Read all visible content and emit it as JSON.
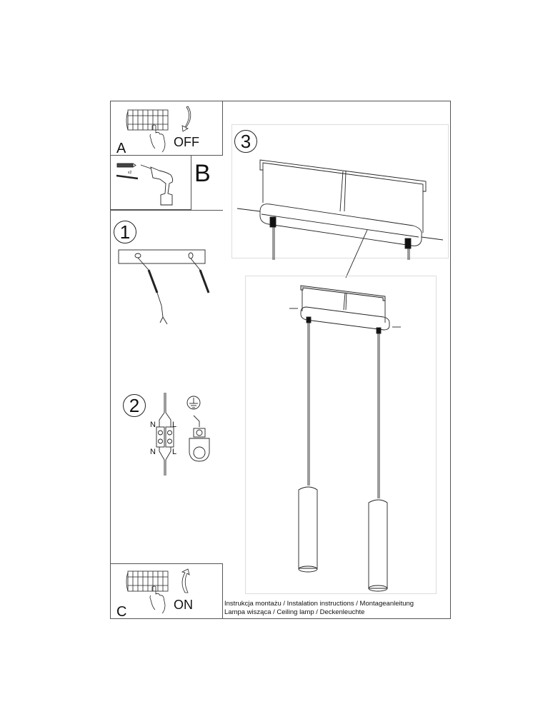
{
  "panels": {
    "A": {
      "letter": "A",
      "state": "OFF"
    },
    "B": {
      "letter": "B",
      "quantity": "x2"
    },
    "C": {
      "letter": "C",
      "state": "ON"
    }
  },
  "steps": {
    "step1": {
      "number": "1"
    },
    "step2": {
      "number": "2",
      "wire_labels": {
        "top_left": "N",
        "top_right": "L",
        "bottom_left": "N",
        "bottom_right": "L"
      }
    },
    "step3": {
      "number": "3"
    }
  },
  "caption": {
    "line1": "Instrukcja montażu / Instalation instructions / Montageanleitung",
    "line2": "Lampa wisząca / Ceiling lamp / Deckenleuchte"
  },
  "colors": {
    "line": "#222222",
    "border": "#555555",
    "light_border": "#dddddd"
  }
}
